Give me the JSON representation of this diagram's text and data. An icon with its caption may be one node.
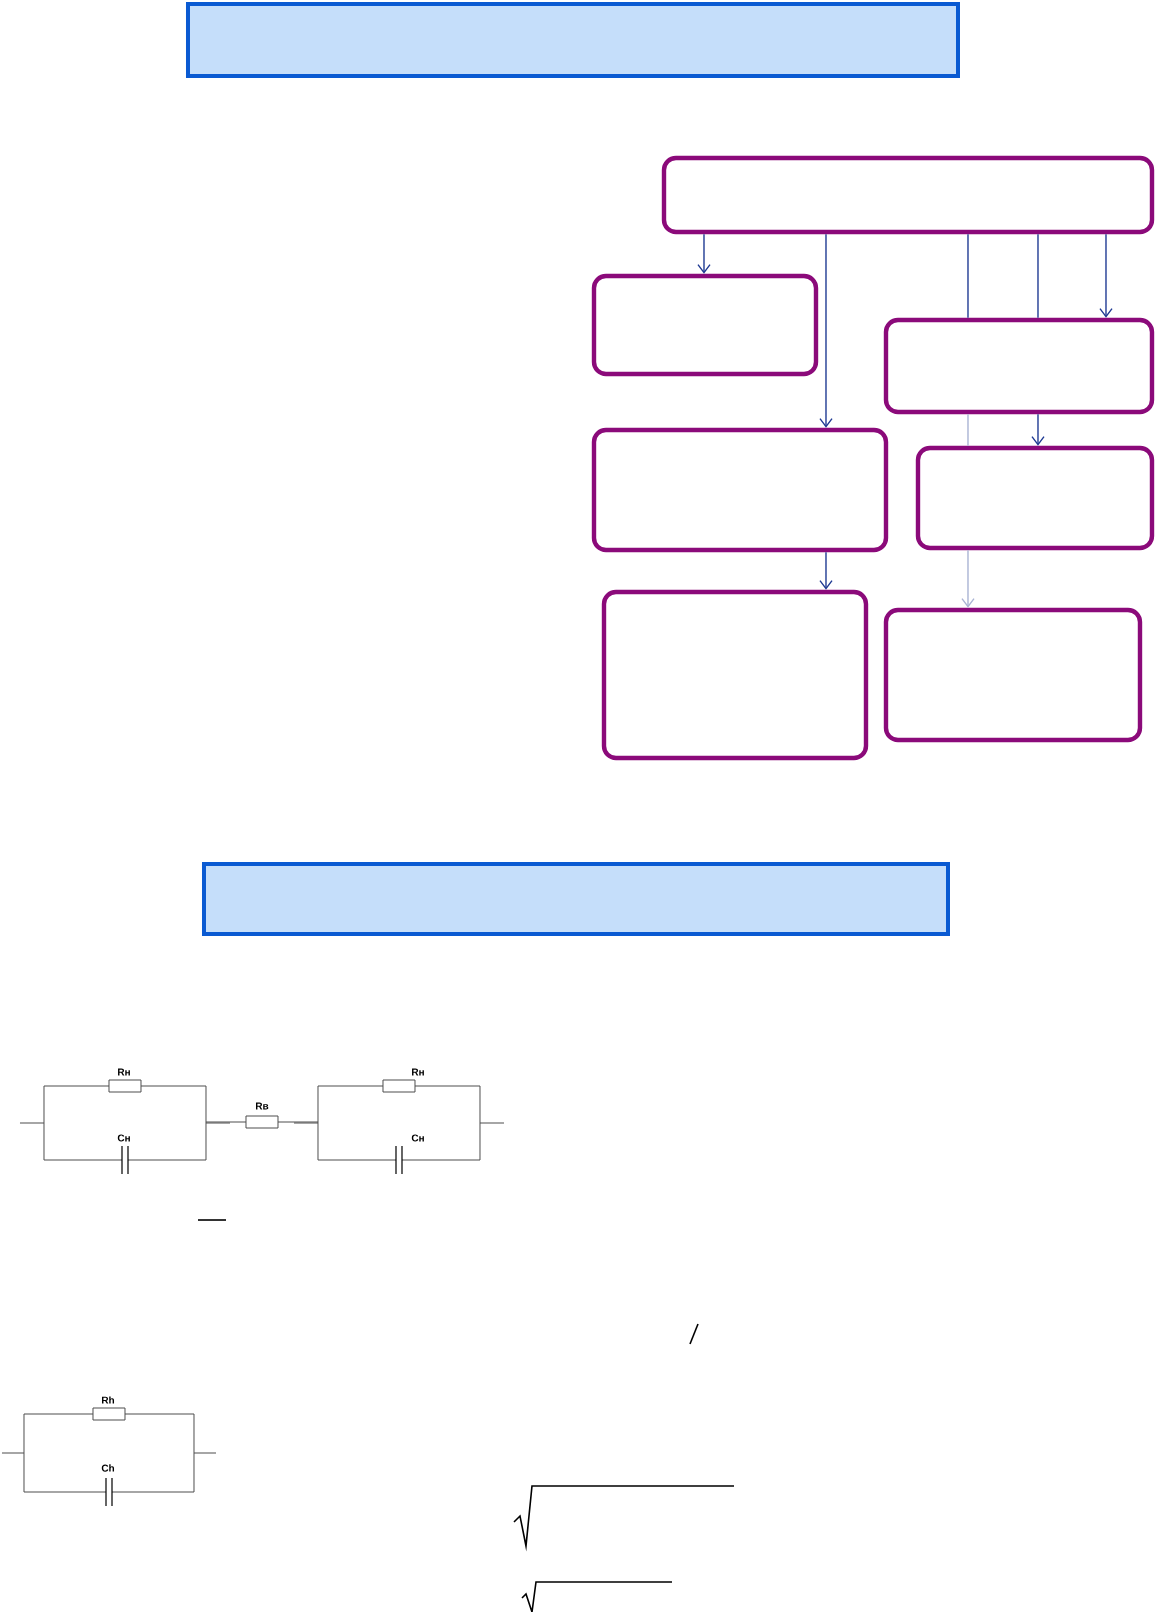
{
  "diagram": {
    "nodes": [
      {
        "text": [],
        "shape": "box"
      },
      {
        "text": [],
        "shape": "box"
      },
      {
        "text": [],
        "shape": "box"
      },
      {
        "text": [],
        "shape": "box"
      },
      {
        "text": [],
        "shape": "box"
      },
      {
        "text": [],
        "shape": "box"
      },
      {
        "text": [],
        "shape": "box"
      },
      {
        "text": [],
        "shape": "box"
      },
      {
        "text": [],
        "shape": "box"
      }
    ],
    "edges": [
      {
        "from": 1,
        "to": 2,
        "arrow": "to"
      },
      {
        "from": 1,
        "to": 4,
        "arrow": "to"
      },
      {
        "from": 4,
        "to": 6,
        "arrow": "to"
      },
      {
        "from": 1,
        "to": 3,
        "arrow": "none"
      },
      {
        "from": 1,
        "to": 3,
        "arrow": "none"
      },
      {
        "from": 1,
        "to": 3,
        "arrow": "to"
      },
      {
        "from": 3,
        "to": 5,
        "arrow": "none",
        "color": "#aab4d4"
      },
      {
        "from": 3,
        "to": 5,
        "arrow": "to"
      },
      {
        "from": 5,
        "to": 7,
        "arrow": "to",
        "color": "#aab4d4"
      }
    ],
    "labels": [
      "Rн",
      "Rн",
      "Rв",
      "Cн",
      "Cн",
      "Rh",
      "Ch"
    ]
  }
}
